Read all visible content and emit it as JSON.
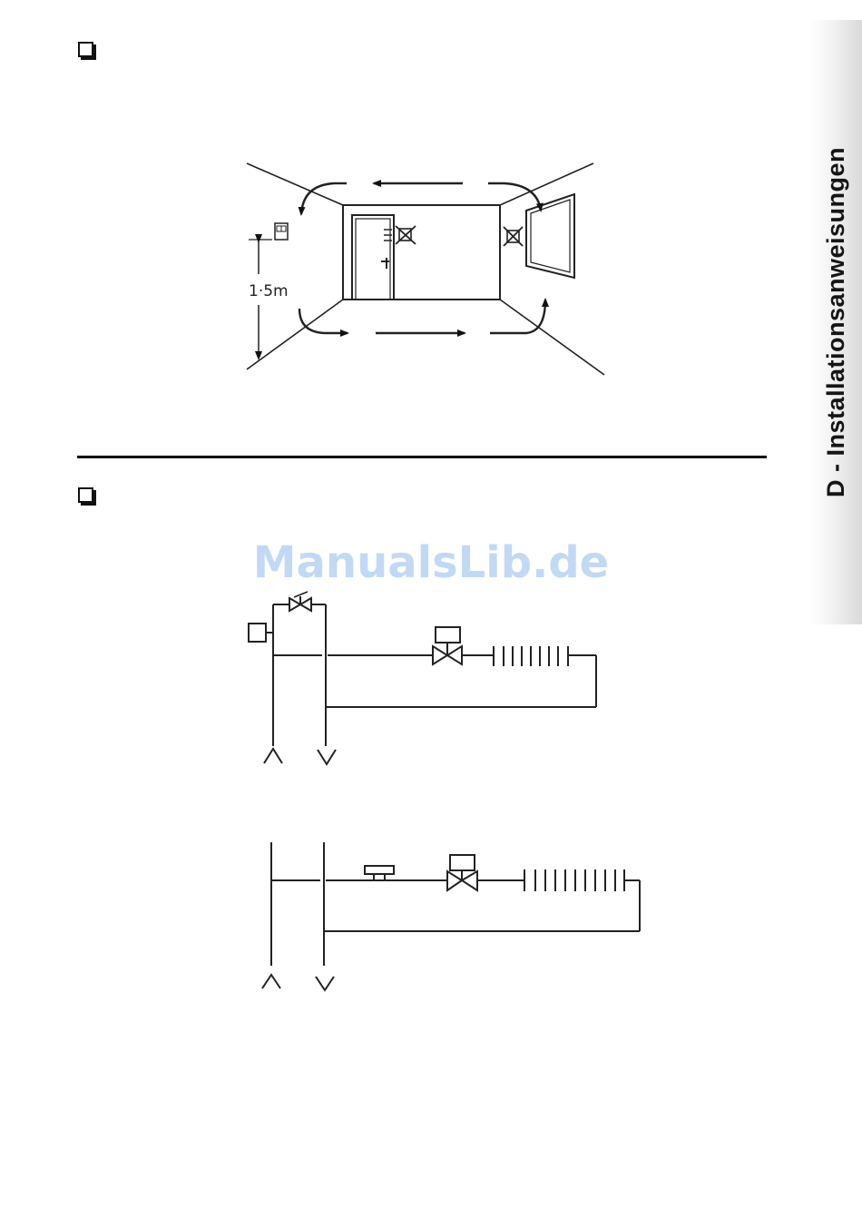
{
  "side_tab": {
    "label": "D - Installationsanweisungen"
  },
  "room_diagram": {
    "height_label": "1·5m"
  },
  "watermark": {
    "text": "ManualsLib.de"
  }
}
